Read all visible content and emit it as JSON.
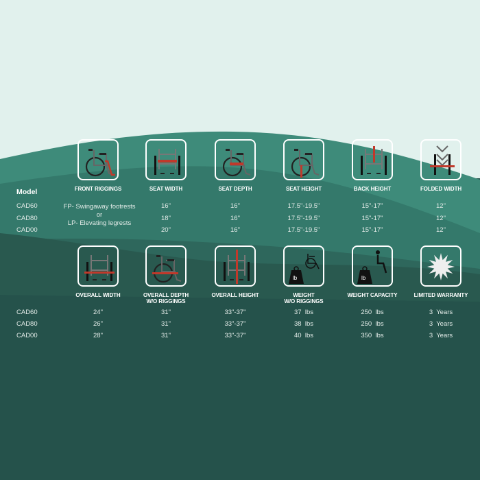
{
  "colors": {
    "accent": "#c0392b",
    "light_bg": "#e1f1ed",
    "teal": "#3e8b7a",
    "dark": "#24504a"
  },
  "model_header": "Model",
  "models": [
    "CAD60",
    "CAD80",
    "CAD00"
  ],
  "front_riggings": {
    "line1": "FP- Swingaway footrests",
    "line2": "or",
    "line3": "LP- Elevating legrests"
  },
  "row1": {
    "headers": [
      "FRONT RIGGINGS",
      "SEAT WIDTH",
      "SEAT DEPTH",
      "SEAT HEIGHT",
      "BACK HEIGHT",
      "FOLDED WIDTH"
    ],
    "icons": [
      "front-riggings-icon",
      "seat-width-icon",
      "seat-depth-icon",
      "seat-height-icon",
      "back-height-icon",
      "folded-width-icon"
    ],
    "values": [
      [
        "16\"",
        "16\"",
        "17.5\"-19.5\"",
        "15\"-17\"",
        "12\""
      ],
      [
        "18\"",
        "16\"",
        "17.5\"-19.5\"",
        "15\"-17\"",
        "12\""
      ],
      [
        "20\"",
        "16\"",
        "17.5\"-19.5\"",
        "15\"-17\"",
        "12\""
      ]
    ]
  },
  "row2": {
    "headers": [
      "OVERALL WIDTH",
      "OVERALL DEPTH\nW/O RIGGINGS",
      "OVERALL HEIGHT",
      "WEIGHT\nW/O RIGGINGS",
      "WEIGHT CAPACITY",
      "LIMITED WARRANTY"
    ],
    "icons": [
      "overall-width-icon",
      "overall-depth-icon",
      "overall-height-icon",
      "weight-icon",
      "weight-capacity-icon",
      "warranty-star-icon"
    ],
    "weight_label": "lb",
    "values": [
      [
        "24\"",
        "31\"",
        "33\"-37\"",
        "37  lbs",
        "250  lbs",
        "3  Years"
      ],
      [
        "26\"",
        "31\"",
        "33\"-37\"",
        "38  lbs",
        "250  lbs",
        "3  Years"
      ],
      [
        "28\"",
        "31\"",
        "33\"-37\"",
        "40  lbs",
        "350  lbs",
        "3  Years"
      ]
    ]
  }
}
